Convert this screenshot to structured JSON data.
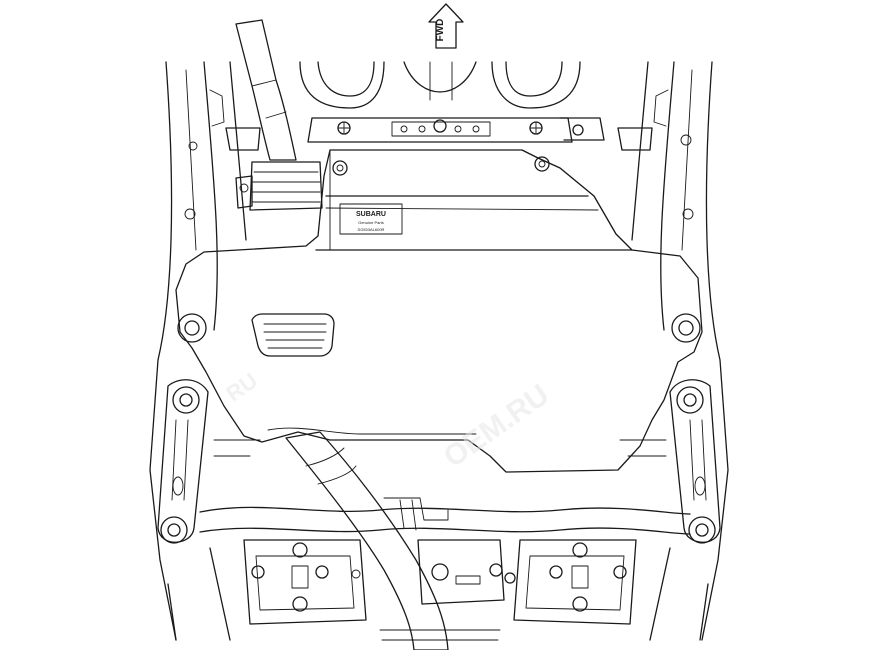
{
  "orientation": {
    "arrow_label": "FWD"
  },
  "plate": {
    "brand": "SUBARU",
    "line2": "Genuine Parts",
    "part_number": "SG553AL600R"
  },
  "colors": {
    "line": "#1a1a1a",
    "plate_fill": "#cfcfcf",
    "plate_fill_upper": "#d4d4d4",
    "pipe_fill": "#ededed",
    "watermark": "#e6e6e6"
  },
  "watermarks": [
    "RU",
    "OEM.RU"
  ]
}
